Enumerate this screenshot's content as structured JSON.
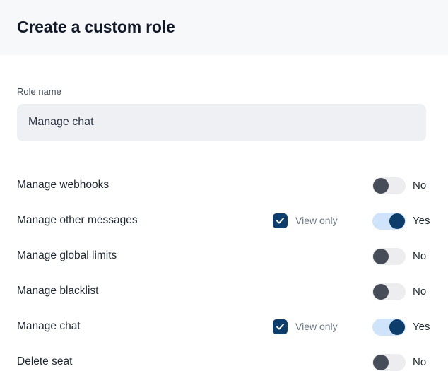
{
  "header": {
    "title": "Create a custom role",
    "background": "#f6f8fa"
  },
  "colors": {
    "accent_navy": "#0c3d6b",
    "toggle_on_track": "#cfe4fa",
    "toggle_off_track": "#ededf0",
    "toggle_off_knob": "#464c58",
    "input_background": "#eef0f3",
    "text_primary": "#1f2730",
    "text_muted": "#6b7682"
  },
  "role_name_field": {
    "label": "Role name",
    "value": "Manage chat",
    "placeholder": "Role name"
  },
  "permissions": [
    {
      "label": "Manage webhooks",
      "has_view_only": false,
      "view_only_label": "View only",
      "view_only_checked": false,
      "enabled": false,
      "state_label": "No"
    },
    {
      "label": "Manage other messages",
      "has_view_only": true,
      "view_only_label": "View only",
      "view_only_checked": true,
      "enabled": true,
      "state_label": "Yes"
    },
    {
      "label": "Manage global limits",
      "has_view_only": false,
      "view_only_label": "View only",
      "view_only_checked": false,
      "enabled": false,
      "state_label": "No"
    },
    {
      "label": "Manage blacklist",
      "has_view_only": false,
      "view_only_label": "View only",
      "view_only_checked": false,
      "enabled": false,
      "state_label": "No"
    },
    {
      "label": "Manage chat",
      "has_view_only": true,
      "view_only_label": "View only",
      "view_only_checked": true,
      "enabled": true,
      "state_label": "Yes"
    },
    {
      "label": "Delete seat",
      "has_view_only": false,
      "view_only_label": "View only",
      "view_only_checked": false,
      "enabled": false,
      "state_label": "No"
    }
  ]
}
